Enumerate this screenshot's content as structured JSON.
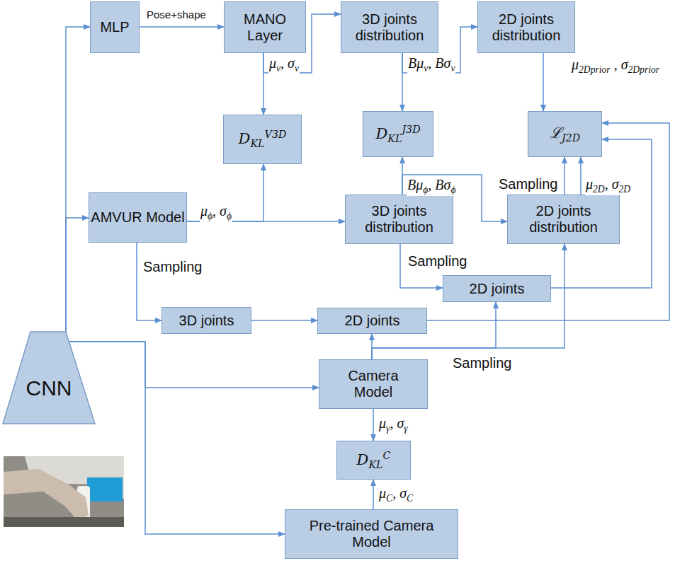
{
  "diagram": {
    "nodes": [
      {
        "text": [
          "MLP"
        ]
      },
      {
        "text": [
          "MANO Layer"
        ]
      },
      {
        "text": [
          "3D joints distribution"
        ]
      },
      {
        "text": [
          "2D joints distribution"
        ]
      },
      {
        "text": [
          "DKLV3D"
        ]
      },
      {
        "text": [
          "DKLJ3D"
        ]
      },
      {
        "text": [
          "ℒJ2D"
        ]
      },
      {
        "text": [
          "AMVUR Model"
        ]
      },
      {
        "text": [
          "3D joints distribution"
        ]
      },
      {
        "text": [
          "2D joints distribution"
        ]
      },
      {
        "text": [
          "2D joints"
        ]
      },
      {
        "text": [
          "3D joints"
        ]
      },
      {
        "text": [
          "2D joints"
        ]
      },
      {
        "text": [
          "Camera Model"
        ]
      },
      {
        "text": [
          "DKLC"
        ]
      },
      {
        "text": [
          "Pre-trained Camera Model"
        ]
      },
      {
        "text": [
          "CNN"
        ]
      }
    ],
    "edges": [
      {
        "from": 16,
        "to": 0,
        "arrow": "to"
      },
      {
        "from": 16,
        "to": 7,
        "arrow": "to"
      },
      {
        "from": 16,
        "to": 13,
        "arrow": "to"
      },
      {
        "from": 16,
        "to": 15,
        "arrow": "to"
      },
      {
        "from": 0,
        "to": 1,
        "arrow": "to",
        "label": "Pose+shape"
      },
      {
        "from": 1,
        "to": 2,
        "arrow": "to"
      },
      {
        "from": 1,
        "to": 4,
        "arrow": "to",
        "label": "μv, σv"
      },
      {
        "from": 2,
        "to": 5,
        "arrow": "to",
        "label": "Bμv, Bσv"
      },
      {
        "from": 2,
        "to": 3,
        "arrow": "to"
      },
      {
        "from": 3,
        "to": 6,
        "arrow": "to",
        "label": "μ2Dprior , σ2Dprior"
      },
      {
        "from": 7,
        "to": 4,
        "arrow": "to"
      },
      {
        "from": 7,
        "to": 8,
        "arrow": "to",
        "label": "μϕ, σϕ"
      },
      {
        "from": 8,
        "to": 5,
        "arrow": "to",
        "label": "Bμϕ, Bσϕ"
      },
      {
        "from": 8,
        "to": 9,
        "arrow": "to"
      },
      {
        "from": 9,
        "to": 6,
        "arrow": "to",
        "label": "Sampling"
      },
      {
        "from": 9,
        "to": 6,
        "arrow": "to",
        "label": "μ2D, σ2D"
      },
      {
        "from": 8,
        "to": 10,
        "arrow": "to",
        "label": "Sampling"
      },
      {
        "from": 10,
        "to": 6,
        "arrow": "to"
      },
      {
        "from": 7,
        "to": 11,
        "arrow": "to",
        "label": "Sampling"
      },
      {
        "from": 11,
        "to": 12,
        "arrow": "to"
      },
      {
        "from": 12,
        "to": 6,
        "arrow": "to"
      },
      {
        "from": 13,
        "to": 12,
        "arrow": "to"
      },
      {
        "from": 13,
        "to": 10,
        "arrow": "to"
      },
      {
        "from": 13,
        "to": 9,
        "arrow": "to",
        "label": "Sampling"
      },
      {
        "from": 13,
        "to": 14,
        "arrow": "to",
        "label": "μγ, σγ"
      },
      {
        "from": 15,
        "to": 14,
        "arrow": "to",
        "label": "μC, σC"
      }
    ]
  }
}
